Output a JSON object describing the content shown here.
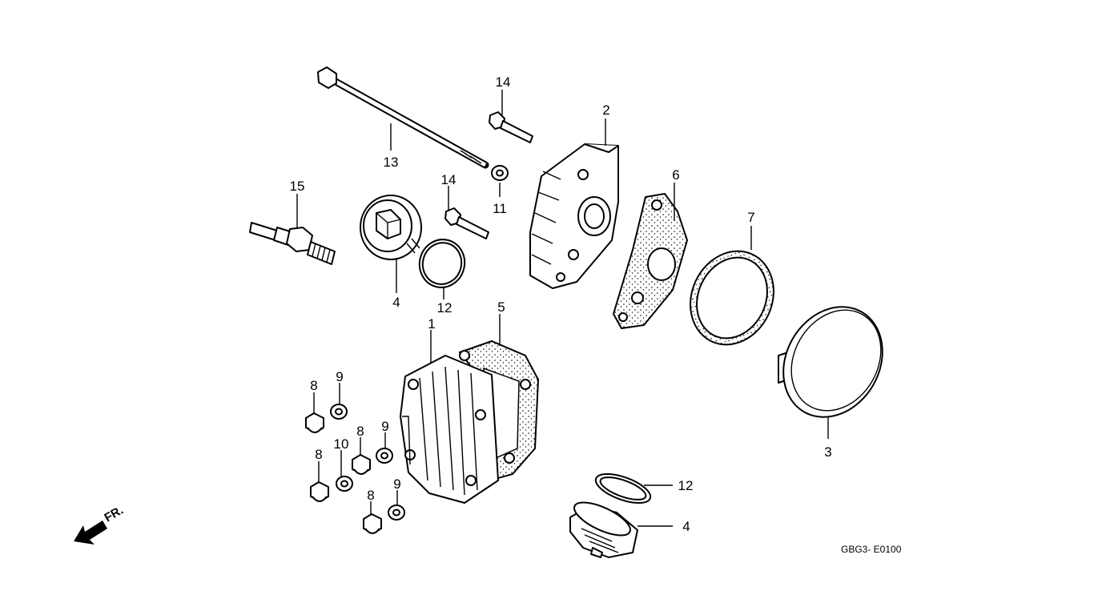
{
  "diagram": {
    "callouts": {
      "c1": "1",
      "c2": "2",
      "c3": "3",
      "c4a": "4",
      "c4b": "4",
      "c5": "5",
      "c6": "6",
      "c7": "7",
      "c8a": "8",
      "c8b": "8",
      "c8c": "8",
      "c8d": "8",
      "c9a": "9",
      "c9b": "9",
      "c9c": "9",
      "c10": "10",
      "c11": "11",
      "c12a": "12",
      "c12b": "12",
      "c13": "13",
      "c14a": "14",
      "c14b": "14",
      "c15": "15"
    },
    "front_arrow": "FR.",
    "drawing_code": "GBG3- E0100"
  }
}
